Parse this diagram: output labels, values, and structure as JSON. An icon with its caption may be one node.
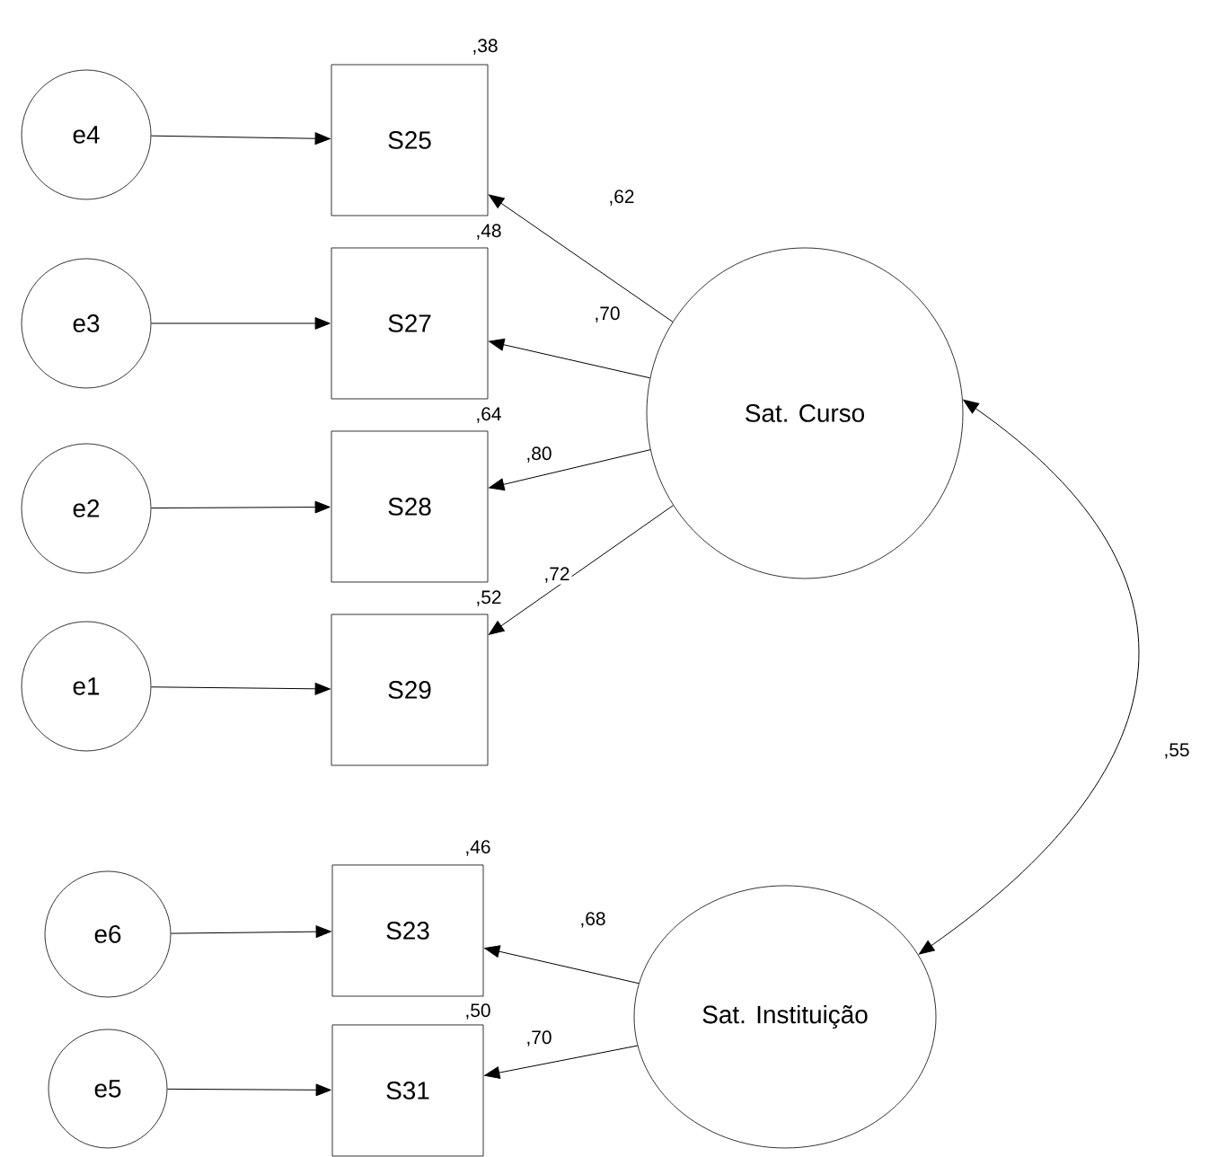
{
  "diagram": {
    "nodes": [
      {
        "text": [
          "e4"
        ]
      },
      {
        "text": [
          "S25"
        ],
        "beside": [
          ",38"
        ]
      },
      {
        "text": [
          "e3"
        ]
      },
      {
        "text": [
          "S27"
        ],
        "beside": [
          ",48"
        ]
      },
      {
        "text": [
          "e2"
        ]
      },
      {
        "text": [
          "S28"
        ],
        "beside": [
          ",64"
        ]
      },
      {
        "text": [
          "e1"
        ]
      },
      {
        "text": [
          "S29"
        ],
        "beside": [
          ",52"
        ]
      },
      {
        "text": [
          "Sat. Curso"
        ]
      },
      {
        "text": [
          "e6"
        ]
      },
      {
        "text": [
          "S23"
        ],
        "beside": [
          ",46"
        ]
      },
      {
        "text": [
          "e5"
        ]
      },
      {
        "text": [
          "S31"
        ],
        "beside": [
          ",50"
        ]
      },
      {
        "text": [
          "Sat. Instituição"
        ]
      }
    ],
    "edges": [
      {
        "from": 0,
        "to": 1,
        "arrow": "to"
      },
      {
        "from": 2,
        "to": 3,
        "arrow": "to"
      },
      {
        "from": 4,
        "to": 5,
        "arrow": "to"
      },
      {
        "from": 6,
        "to": 7,
        "arrow": "to"
      },
      {
        "from": 8,
        "to": 1,
        "arrow": "to",
        "label": ",62"
      },
      {
        "from": 8,
        "to": 3,
        "arrow": "to",
        "label": ",70"
      },
      {
        "from": 8,
        "to": 5,
        "arrow": "to",
        "label": ",80"
      },
      {
        "from": 8,
        "to": 7,
        "arrow": "to",
        "label": ",72"
      },
      {
        "from": 9,
        "to": 10,
        "arrow": "to"
      },
      {
        "from": 11,
        "to": 12,
        "arrow": "to"
      },
      {
        "from": 13,
        "to": 10,
        "arrow": "to",
        "label": ",68"
      },
      {
        "from": 13,
        "to": 12,
        "arrow": "to",
        "label": ",70"
      },
      {
        "from": 8,
        "to": 13,
        "arrow": "both",
        "label": ",55"
      }
    ]
  }
}
